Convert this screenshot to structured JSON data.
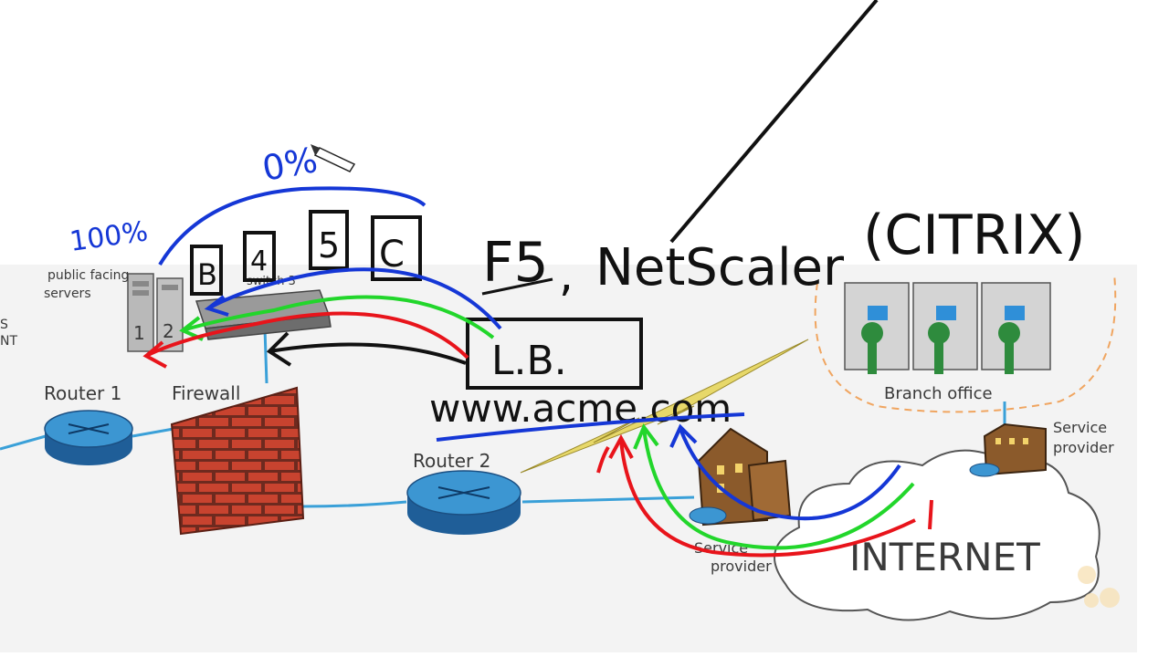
{
  "labels": {
    "public_facing_servers_l1": "public facing",
    "public_facing_servers_l2": "servers",
    "server_1": "1",
    "server_2": "2",
    "switch": "switch 3",
    "router1": "Router 1",
    "firewall": "Firewall",
    "router2": "Router 2",
    "branch_office": "Branch office",
    "service_provider_right_l1": "Service",
    "service_provider_right_l2": "provider",
    "service_provider_bottom_l1": "Service",
    "service_provider_bottom_l2": "provider",
    "internet": "INTERNET",
    "left_cut_l1": "S",
    "left_cut_l2": "NT"
  },
  "annotations": {
    "percent_100": "100%",
    "percent_0": "0%",
    "box_b": "B",
    "box_4": "4",
    "box_5": "5",
    "box_c": "C",
    "f5": "F5",
    "comma": ",",
    "netscaler": "NetScaler",
    "citrix": "(CITRIX)",
    "lb": "L.B.",
    "url": "www.acme.com"
  },
  "colors": {
    "ink_black": "#111111",
    "ink_blue": "#1537d6",
    "ink_green": "#22d62b",
    "ink_red": "#e8141b",
    "brick": "#c43a2a",
    "router_blue": "#2b7fc2",
    "network_line": "#3aa0d8",
    "chair_green": "#2e8b3d"
  }
}
